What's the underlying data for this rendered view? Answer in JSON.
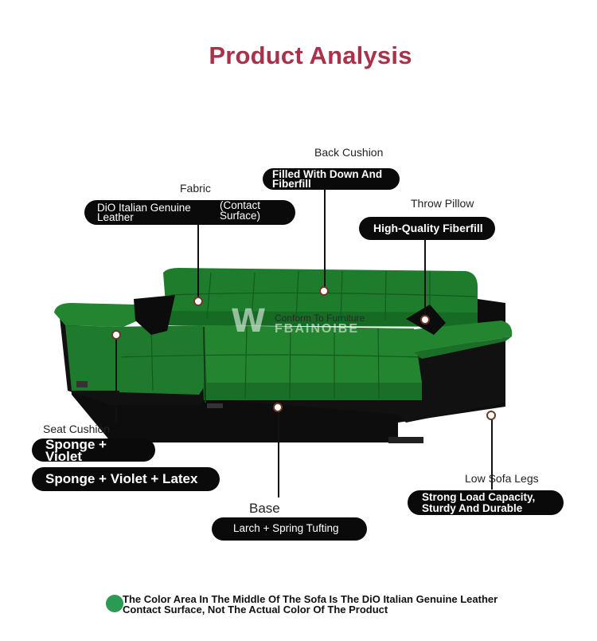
{
  "title": "Product Analysis",
  "labels": {
    "back_cushion": "Back Cushion",
    "fabric": "Fabric",
    "throw_pillow": "Throw Pillow",
    "seat_cushion": "Seat Cushion",
    "base": "Base",
    "low_sofa_legs": "Low Sofa Legs"
  },
  "pills": {
    "back_cushion_line1": "Filled With Down And",
    "back_cushion_line2": "Fiberfill",
    "fabric_left_line1": "DiO Italian Genuine",
    "fabric_left_line2": "Leather",
    "fabric_right_line1": "(Contact",
    "fabric_right_line2": "Surface)",
    "throw_pillow": "High-Quality Fiberfill",
    "seat_cushion_1_line1": "Sponge +",
    "seat_cushion_1_line2": "Violet",
    "seat_cushion_2": "Sponge + Violet + Latex",
    "base": "Larch + Spring Tufting",
    "legs_line1": "Strong Load Capacity,",
    "legs_line2": "Sturdy And Durable"
  },
  "watermark": {
    "logo": "W",
    "line1": "Conform To Furniture",
    "line2": "FBAINOIBE"
  },
  "note": {
    "line1": "The Color Area In The Middle Of The Sofa Is The DiO Italian Genuine Leather",
    "line2": "Contact Surface, Not The Actual Color Of The Product"
  },
  "colors": {
    "title": "#a8324a",
    "leather_green": "#1f7a2e",
    "base_black": "#0d0d0d",
    "note_dot": "#2b9a52"
  }
}
